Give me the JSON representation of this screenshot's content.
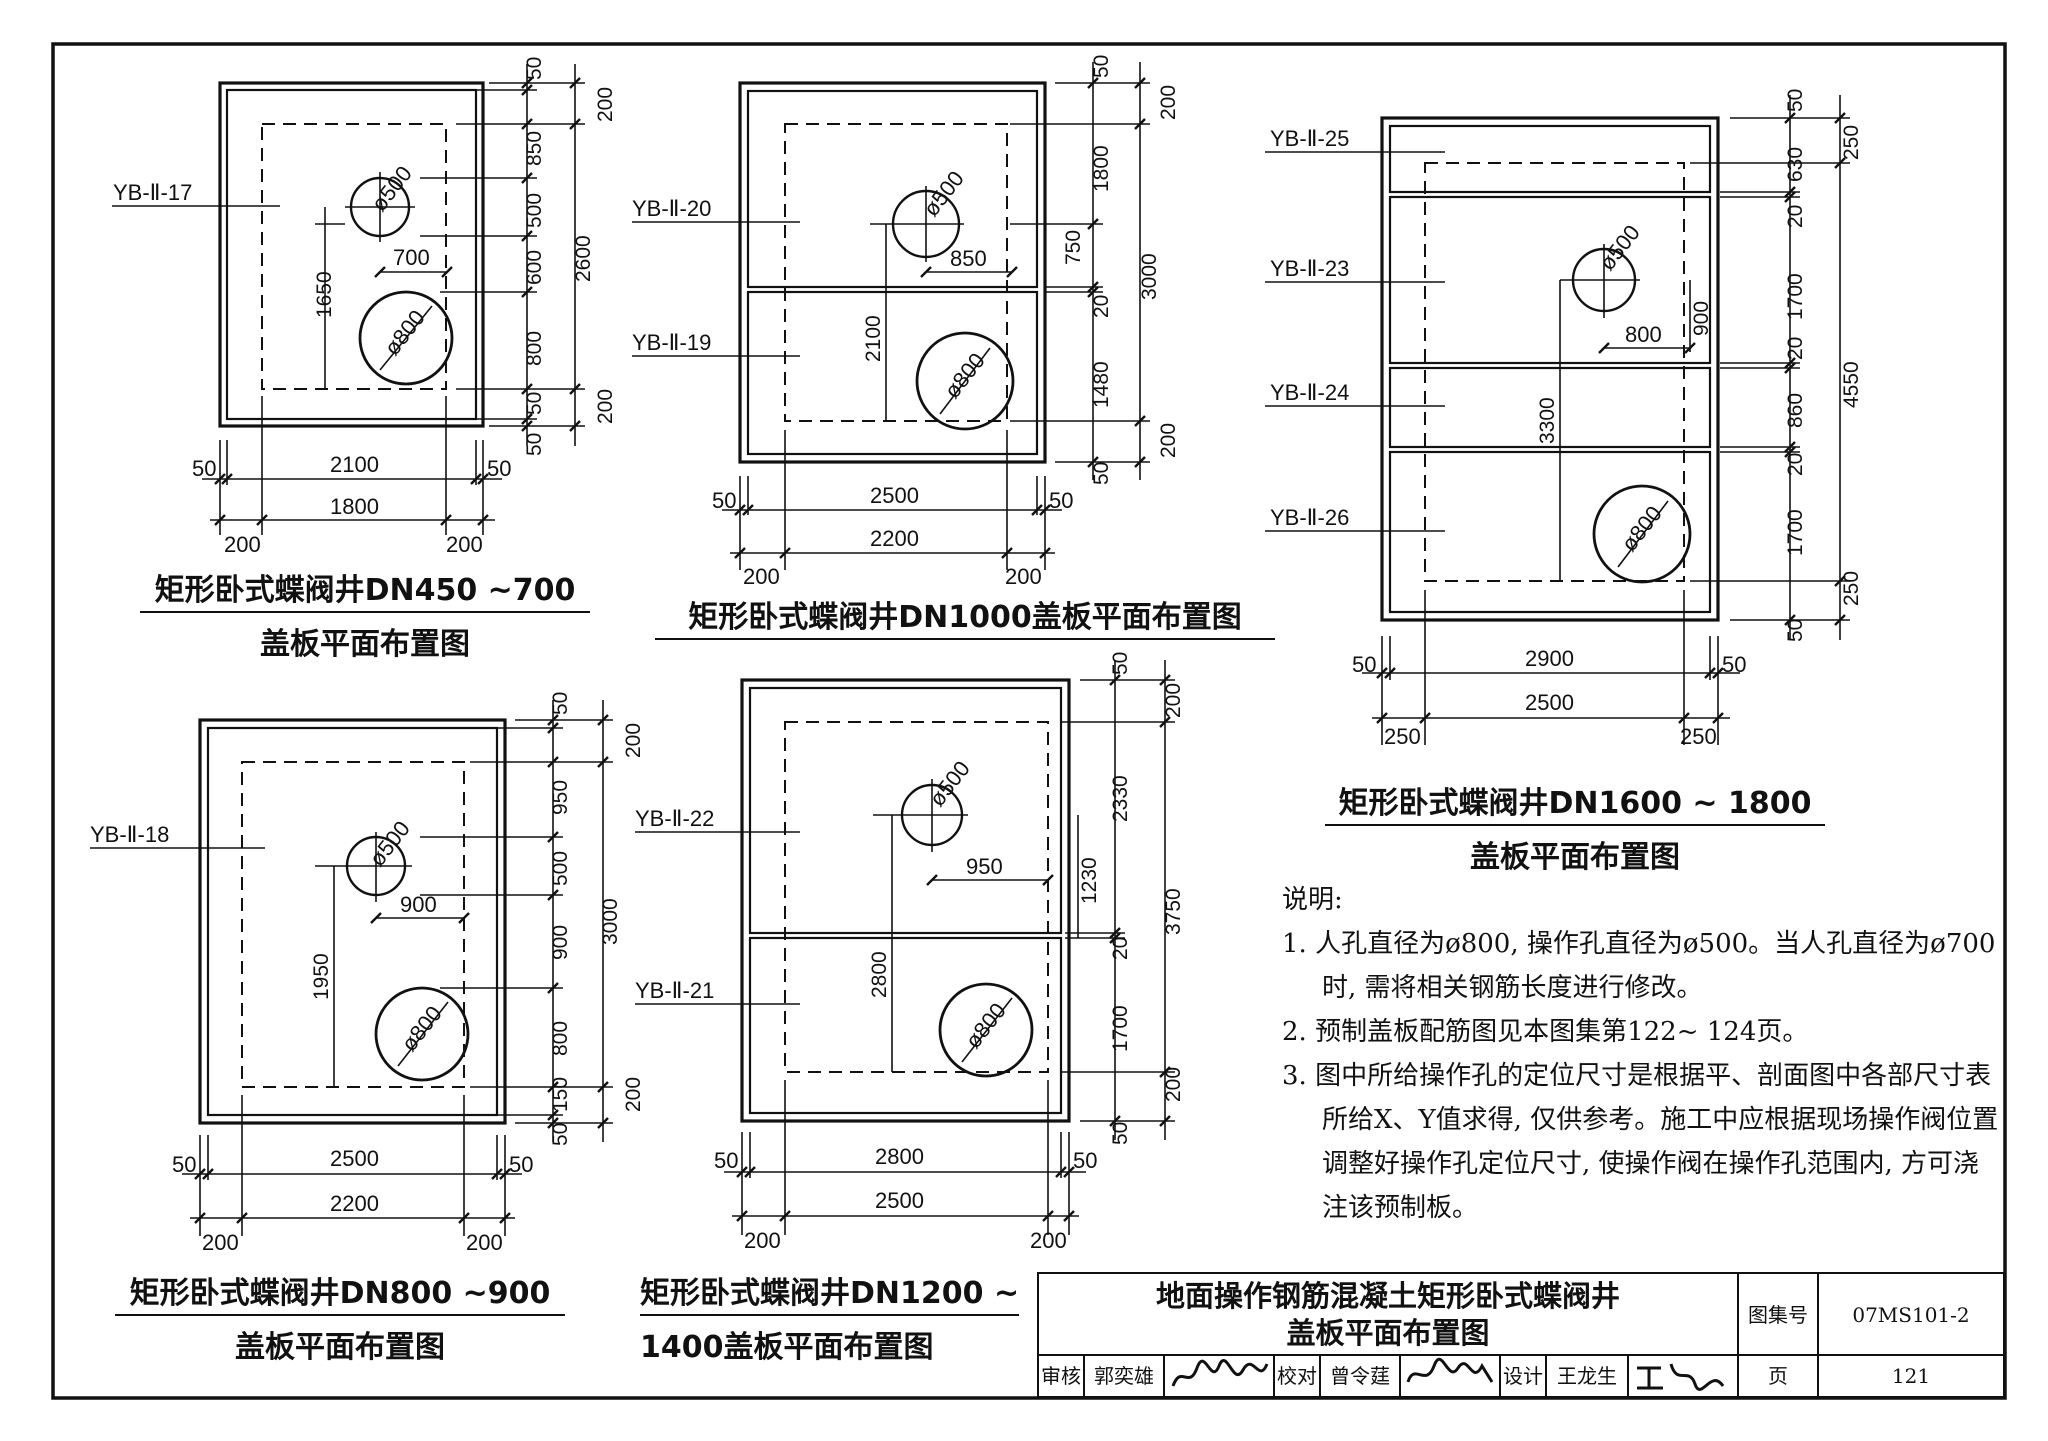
{
  "panels": {
    "p1": {
      "plate_labels": [
        "YB-Ⅱ-17"
      ],
      "hole_small": "ø500",
      "hole_large": "ø800",
      "offset_h": "700",
      "offset_v": "1650",
      "right_dims": [
        "50",
        "850",
        "500",
        "600",
        "800",
        "50",
        "50"
      ],
      "right_outer": [
        "200",
        "2600",
        "200"
      ],
      "bottom": {
        "left_edge": "50",
        "right_edge": "50",
        "outer": "2100",
        "inner": "1800",
        "left_inset": "200",
        "right_inset": "200"
      },
      "caption": [
        "矩形卧式蝶阀井DN450 ~700",
        "盖板平面布置图"
      ]
    },
    "p2": {
      "plate_labels": [
        "YB-Ⅱ-20",
        "YB-Ⅱ-19"
      ],
      "hole_small": "ø500",
      "hole_large": "ø800",
      "offset_h": "850",
      "offset_v": "2100",
      "right_dims": [
        "50",
        "1800",
        "750",
        "20",
        "1480",
        "50"
      ],
      "right_outer": [
        "200",
        "3000",
        "200"
      ],
      "bottom": {
        "left_edge": "50",
        "right_edge": "50",
        "outer": "2500",
        "inner": "2200",
        "left_inset": "200",
        "right_inset": "200"
      },
      "caption": [
        "矩形卧式蝶阀井DN1000盖板平面布置图"
      ]
    },
    "p3": {
      "plate_labels": [
        "YB-Ⅱ-25",
        "YB-Ⅱ-23",
        "YB-Ⅱ-24",
        "YB-Ⅱ-26"
      ],
      "hole_small": "ø500",
      "hole_large": "ø800",
      "offset_h": "800",
      "offset_v": "3300",
      "offset_v2": "900",
      "right_dims": [
        "50",
        "630",
        "20",
        "1700",
        "20",
        "860",
        "20",
        "1700",
        "50"
      ],
      "right_outer": [
        "250",
        "4550",
        "250"
      ],
      "bottom": {
        "left_edge": "50",
        "right_edge": "50",
        "outer": "2900",
        "inner": "2500",
        "left_inset": "250",
        "right_inset": "250"
      },
      "caption": [
        "矩形卧式蝶阀井DN1600 ~ 1800",
        "盖板平面布置图"
      ]
    },
    "p4": {
      "plate_labels": [
        "YB-Ⅱ-18"
      ],
      "hole_small": "ø500",
      "hole_large": "ø800",
      "offset_h": "900",
      "offset_v": "1950",
      "right_dims": [
        "50",
        "950",
        "500",
        "900",
        "800",
        "150",
        "50"
      ],
      "right_outer": [
        "200",
        "3000",
        "200"
      ],
      "bottom": {
        "left_edge": "50",
        "right_edge": "50",
        "outer": "2500",
        "inner": "2200",
        "left_inset": "200",
        "right_inset": "200"
      },
      "caption": [
        "矩形卧式蝶阀井DN800 ~900",
        "盖板平面布置图"
      ]
    },
    "p5": {
      "plate_labels": [
        "YB-Ⅱ-22",
        "YB-Ⅱ-21"
      ],
      "hole_small": "ø500",
      "hole_large": "ø800",
      "offset_h": "950",
      "offset_v": "2800",
      "offset_v2": "1230",
      "right_dims": [
        "50",
        "2330",
        "20",
        "1700",
        "50"
      ],
      "right_outer": [
        "200",
        "3750",
        "200"
      ],
      "bottom": {
        "left_edge": "50",
        "right_edge": "50",
        "outer": "2800",
        "inner": "2500",
        "left_inset": "200",
        "right_inset": "200"
      },
      "caption": [
        "矩形卧式蝶阀井DN1200 ~",
        "1400盖板平面布置图"
      ]
    }
  },
  "notes": {
    "heading": "说明:",
    "lines": [
      "1. 人孔直径为ø800, 操作孔直径为ø500。当人孔直径为ø700",
      "时, 需将相关钢筋长度进行修改。",
      "2. 预制盖板配筋图见本图集第122~ 124页。",
      "3. 图中所给操作孔的定位尺寸是根据平、剖面图中各部尺寸表",
      "所给X、Y值求得, 仅供参考。施工中应根据现场操作阀位置",
      "调整好操作孔定位尺寸, 使操作阀在操作孔范围内, 方可浇",
      "注该预制板。"
    ]
  },
  "title_block": {
    "title_line1": "地面操作钢筋混凝土矩形卧式蝶阀井",
    "title_line2": "盖板平面布置图",
    "atlas_label": "图集号",
    "atlas_no": "07MS101-2",
    "page_label": "页",
    "page_no": "121",
    "review_label": "审核",
    "reviewer": "郭奕雄",
    "check_label": "校对",
    "checker": "曾令莛",
    "design_label": "设计",
    "designer": "王龙生"
  }
}
